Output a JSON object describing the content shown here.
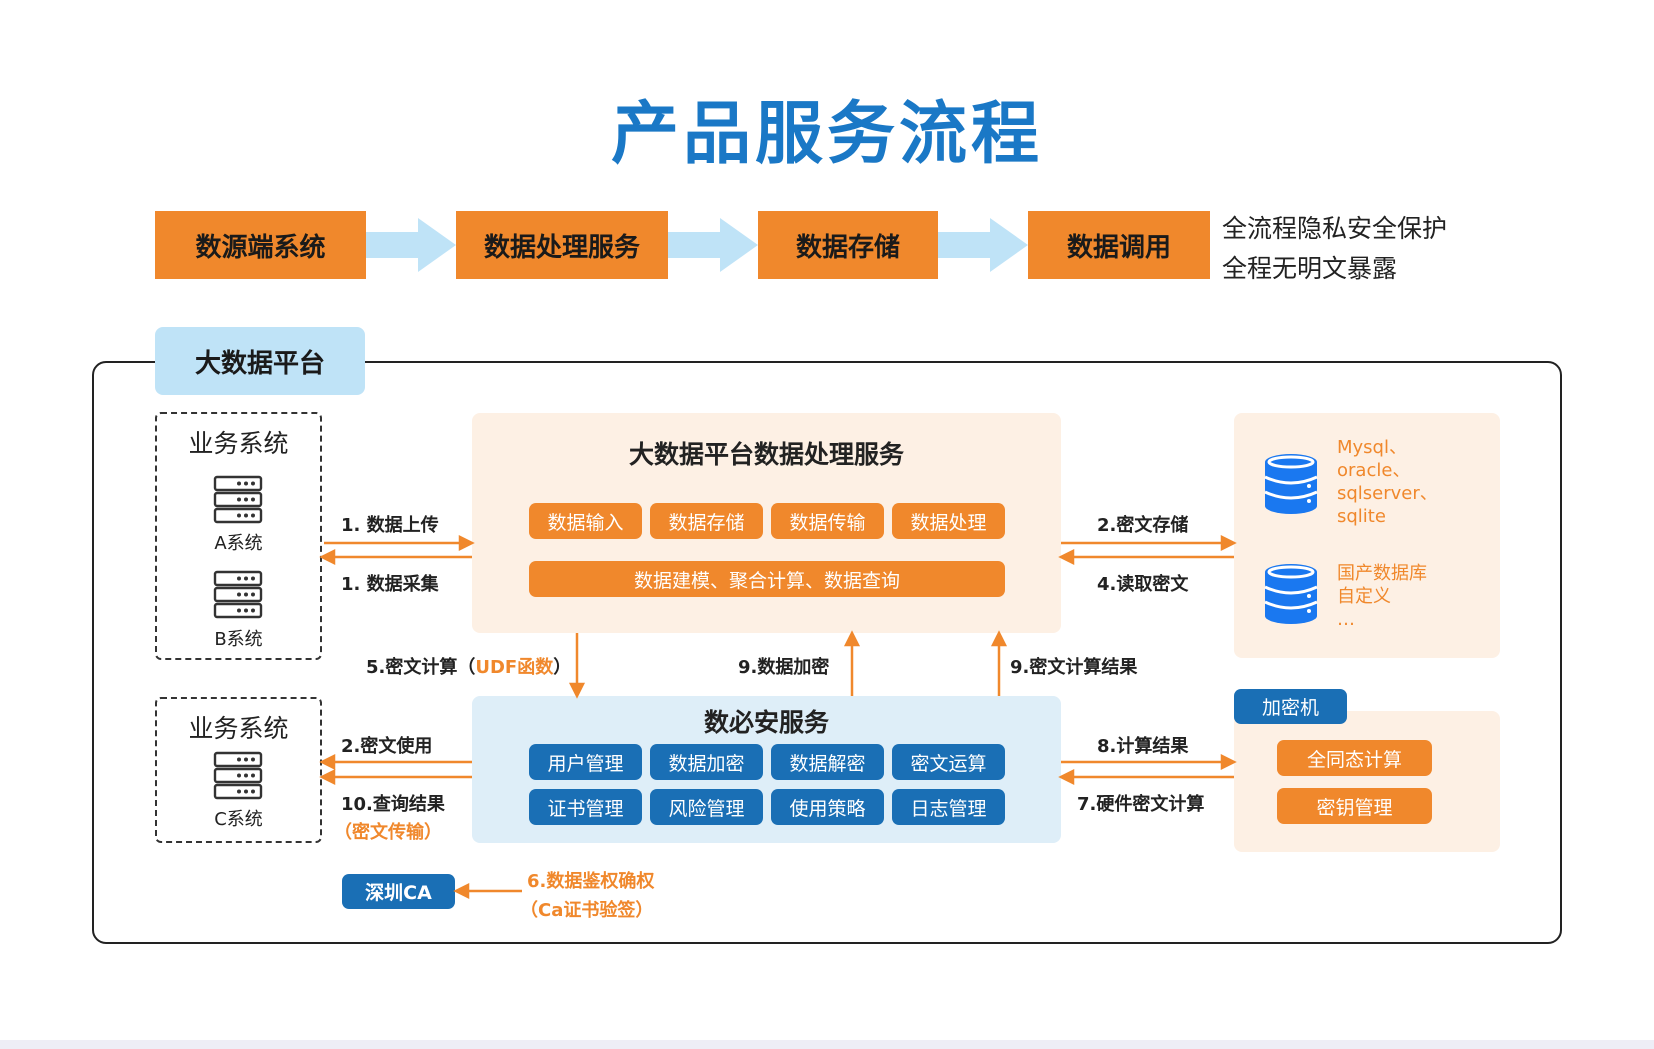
{
  "title": "产品服务流程",
  "colors": {
    "accent_blue": "#1a78c6",
    "accent_orange": "#f0882c",
    "dark_blue": "#1a6fb5",
    "light_blue": "#bfe3f7",
    "warm_panel": "#fdf0e4",
    "cool_panel": "#deeef8"
  },
  "pipeline": {
    "steps": [
      "数源端系统",
      "数据处理服务",
      "数据存储",
      "数据调用"
    ],
    "notes": [
      "全流程隐私安全保护",
      "全程无明文暴露"
    ]
  },
  "platform": {
    "label": "大数据平台",
    "biz_upper": {
      "title": "业务系统",
      "systems": [
        "A系统",
        "B系统"
      ]
    },
    "biz_lower": {
      "title": "业务系统",
      "systems": [
        "C系统"
      ]
    },
    "processing": {
      "title": "大数据平台数据处理服务",
      "pills": [
        "数据输入",
        "数据存储",
        "数据传输",
        "数据处理"
      ],
      "wide_pill": "数据建模、聚合计算、数据查询"
    },
    "security": {
      "title": "数必安服务",
      "pills_row1": [
        "用户管理",
        "数据加密",
        "数据解密",
        "密文运算"
      ],
      "pills_row2": [
        "证书管理",
        "风险管理",
        "使用策略",
        "日志管理"
      ]
    },
    "databases": {
      "db1": [
        "Mysql、",
        "oracle、",
        "sqlserver、",
        "sqlite"
      ],
      "db2": [
        "国产数据库",
        "自定义",
        "…"
      ]
    },
    "hsm": {
      "tag": "加密机",
      "items": [
        "全同态计算",
        "密钥管理"
      ]
    },
    "ca": {
      "label": "深圳CA",
      "note1": "6.数据鉴权确权",
      "note2": "（Ca证书验签）"
    },
    "flows": {
      "upload": "1. 数据上传",
      "collect": "1. 数据采集",
      "store": "2.密文存储",
      "read": "4.读取密文",
      "compute_pre": "5.密文计算（",
      "compute_udf": "UDF函数",
      "compute_post": "）",
      "encrypt": "9.数据加密",
      "compute_result": "9.密文计算结果",
      "use": "2.密文使用",
      "query": "10.查询结果",
      "query_note": "（密文传输）",
      "calc_result": "8.计算结果",
      "hw_compute": "7.硬件密文计算"
    }
  }
}
